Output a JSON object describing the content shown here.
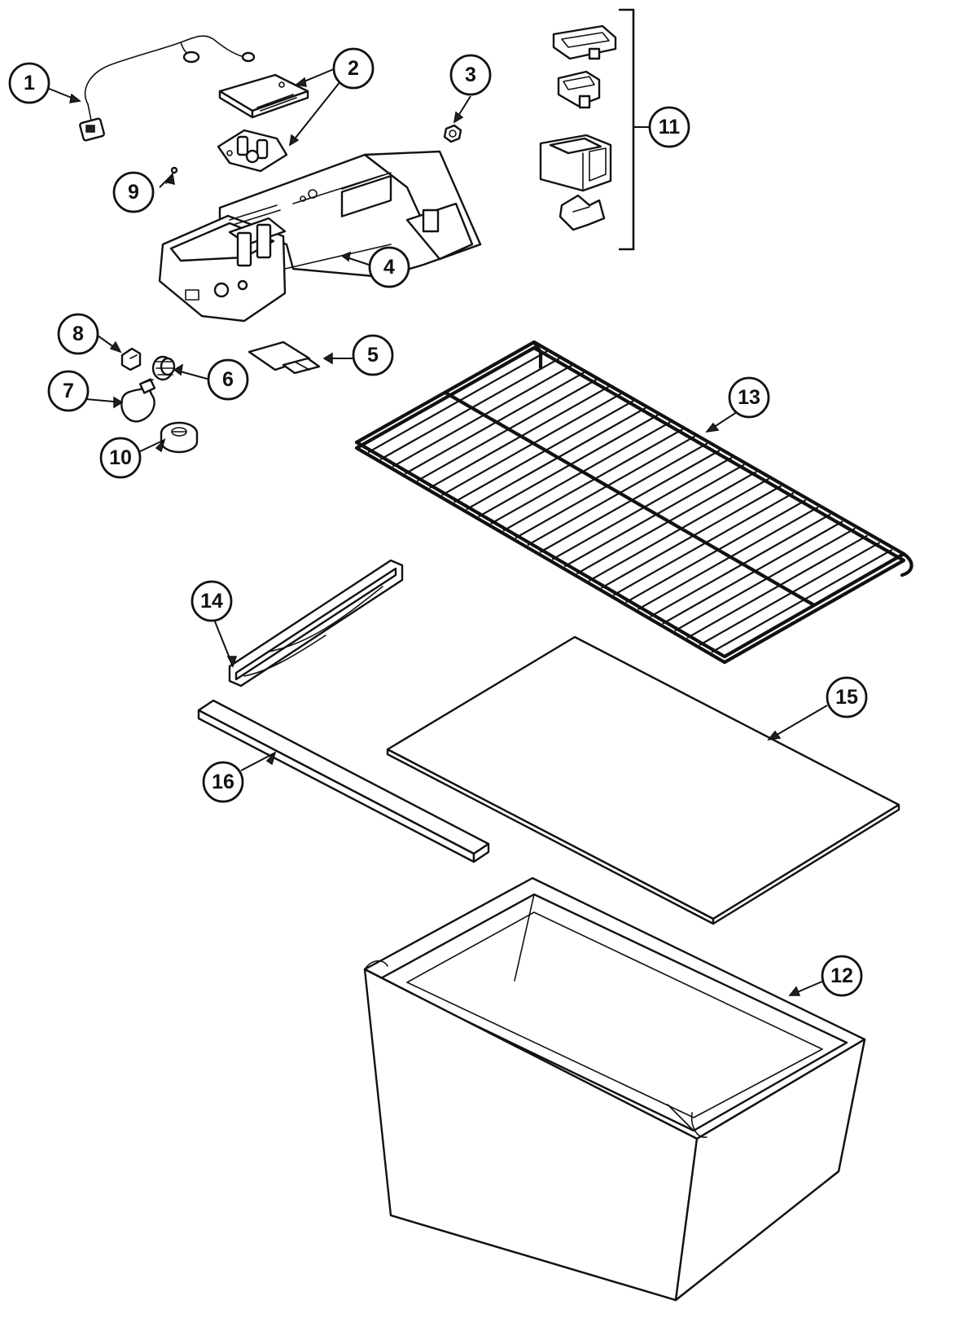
{
  "callouts": [
    {
      "id": "c1",
      "label": "1",
      "part": "wire-harness"
    },
    {
      "id": "c2",
      "label": "2",
      "part": "control-board-and-thermostat"
    },
    {
      "id": "c3",
      "label": "3",
      "part": "nut"
    },
    {
      "id": "c4",
      "label": "4",
      "part": "control-housing"
    },
    {
      "id": "c5",
      "label": "5",
      "part": "light-shield"
    },
    {
      "id": "c6",
      "label": "6",
      "part": "lamp-socket"
    },
    {
      "id": "c7",
      "label": "7",
      "part": "light-bulb"
    },
    {
      "id": "c8",
      "label": "8",
      "part": "light-switch"
    },
    {
      "id": "c9",
      "label": "9",
      "part": "screw"
    },
    {
      "id": "c10",
      "label": "10",
      "part": "control-knob"
    },
    {
      "id": "c11",
      "label": "11",
      "part": "shelf-support-set"
    },
    {
      "id": "c12",
      "label": "12",
      "part": "crisper-drawer"
    },
    {
      "id": "c13",
      "label": "13",
      "part": "wire-shelf"
    },
    {
      "id": "c14",
      "label": "14",
      "part": "drawer-slide"
    },
    {
      "id": "c15",
      "label": "15",
      "part": "crisper-cover-glass"
    },
    {
      "id": "c16",
      "label": "16",
      "part": "shelf-frame-rail"
    }
  ],
  "colors": {
    "ink": "#111111",
    "paper": "#ffffff"
  }
}
